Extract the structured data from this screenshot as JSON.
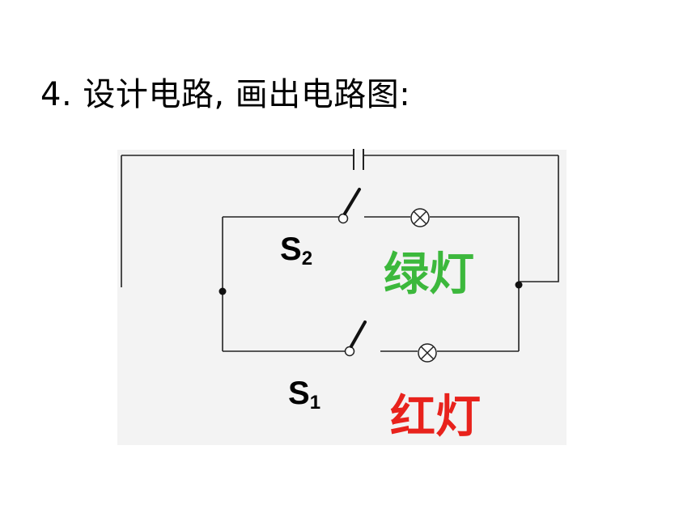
{
  "title": "4. 设计电路, 画出电路图:",
  "switches": [
    {
      "letter": "S",
      "subscript": "2"
    },
    {
      "letter": "S",
      "subscript": "1"
    }
  ],
  "lamps": [
    {
      "label": "绿灯",
      "color": "#3cb83c"
    },
    {
      "label": "红灯",
      "color": "#e8221c"
    }
  ]
}
